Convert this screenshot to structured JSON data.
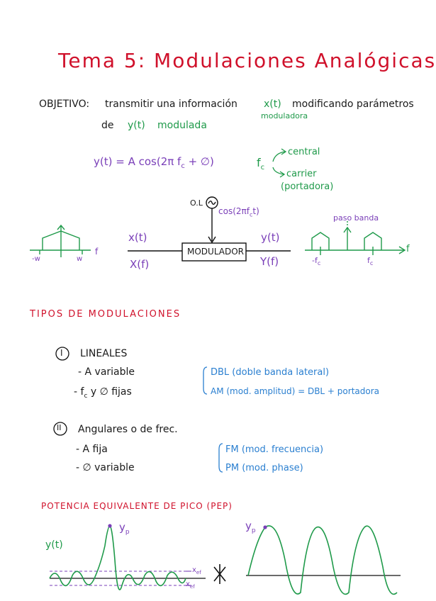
{
  "title": "Tema 5: Modulaciones Analógicas",
  "objetivo": {
    "lead": "OBJETIVO:",
    "text1": "transmitir una información",
    "xt": "x(t)",
    "text2": "modificando parámetros",
    "moduladora": "moduladora",
    "de": "de",
    "yt": "y(t)",
    "modulada": "modulada"
  },
  "formula": {
    "eq": "y(t) = A cos(2π f",
    "eq_sub": "c",
    "eq_end": " + ∅)",
    "fc": "f",
    "fc_sub": "c",
    "central": "central",
    "carrier": "carrier",
    "portadora": "(portadora)"
  },
  "diagram": {
    "ol": "O.L",
    "cos": "cos(2πf",
    "cos_sub": "c",
    "cos_end": "t)",
    "xt": "x(t)",
    "xf": "X(f)",
    "yt": "y(t)",
    "yf": "Y(f)",
    "modulador": "MODULADOR",
    "paso_banda": "paso banda",
    "f_left": "f",
    "f_right": "f",
    "minus_w": "-w",
    "w": "w",
    "minus_fc": "-f",
    "fc": "f",
    "c_sub": "c"
  },
  "tipos": {
    "heading": "TIPOS DE MODULACIONES",
    "I": "I",
    "lineales": "LINEALES",
    "l_a": "- A   variable",
    "l_fc": "- f",
    "l_fc_sub": "c",
    "l_fc_end": "  y  ∅  fijas",
    "dbl": "DBL (doble banda lateral)",
    "am": "AM (mod. amplitud) = DBL + portadora",
    "II": "II",
    "angulares": "Angulares o de frec.",
    "a_a": "- A   fija",
    "a_phi": "- ∅   variable",
    "fm": "FM (mod. frecuencia)",
    "pm": "PM (mod. phase)"
  },
  "pep": {
    "heading": "POTENCIA EQUIVALENTE DE PICO (PEP)",
    "yt": "y(t)",
    "yp_left": "y",
    "yp_right": "y",
    "p_sub": "p",
    "xef_top": "x",
    "xef_bottom": "x",
    "ef_sub": "ef"
  }
}
